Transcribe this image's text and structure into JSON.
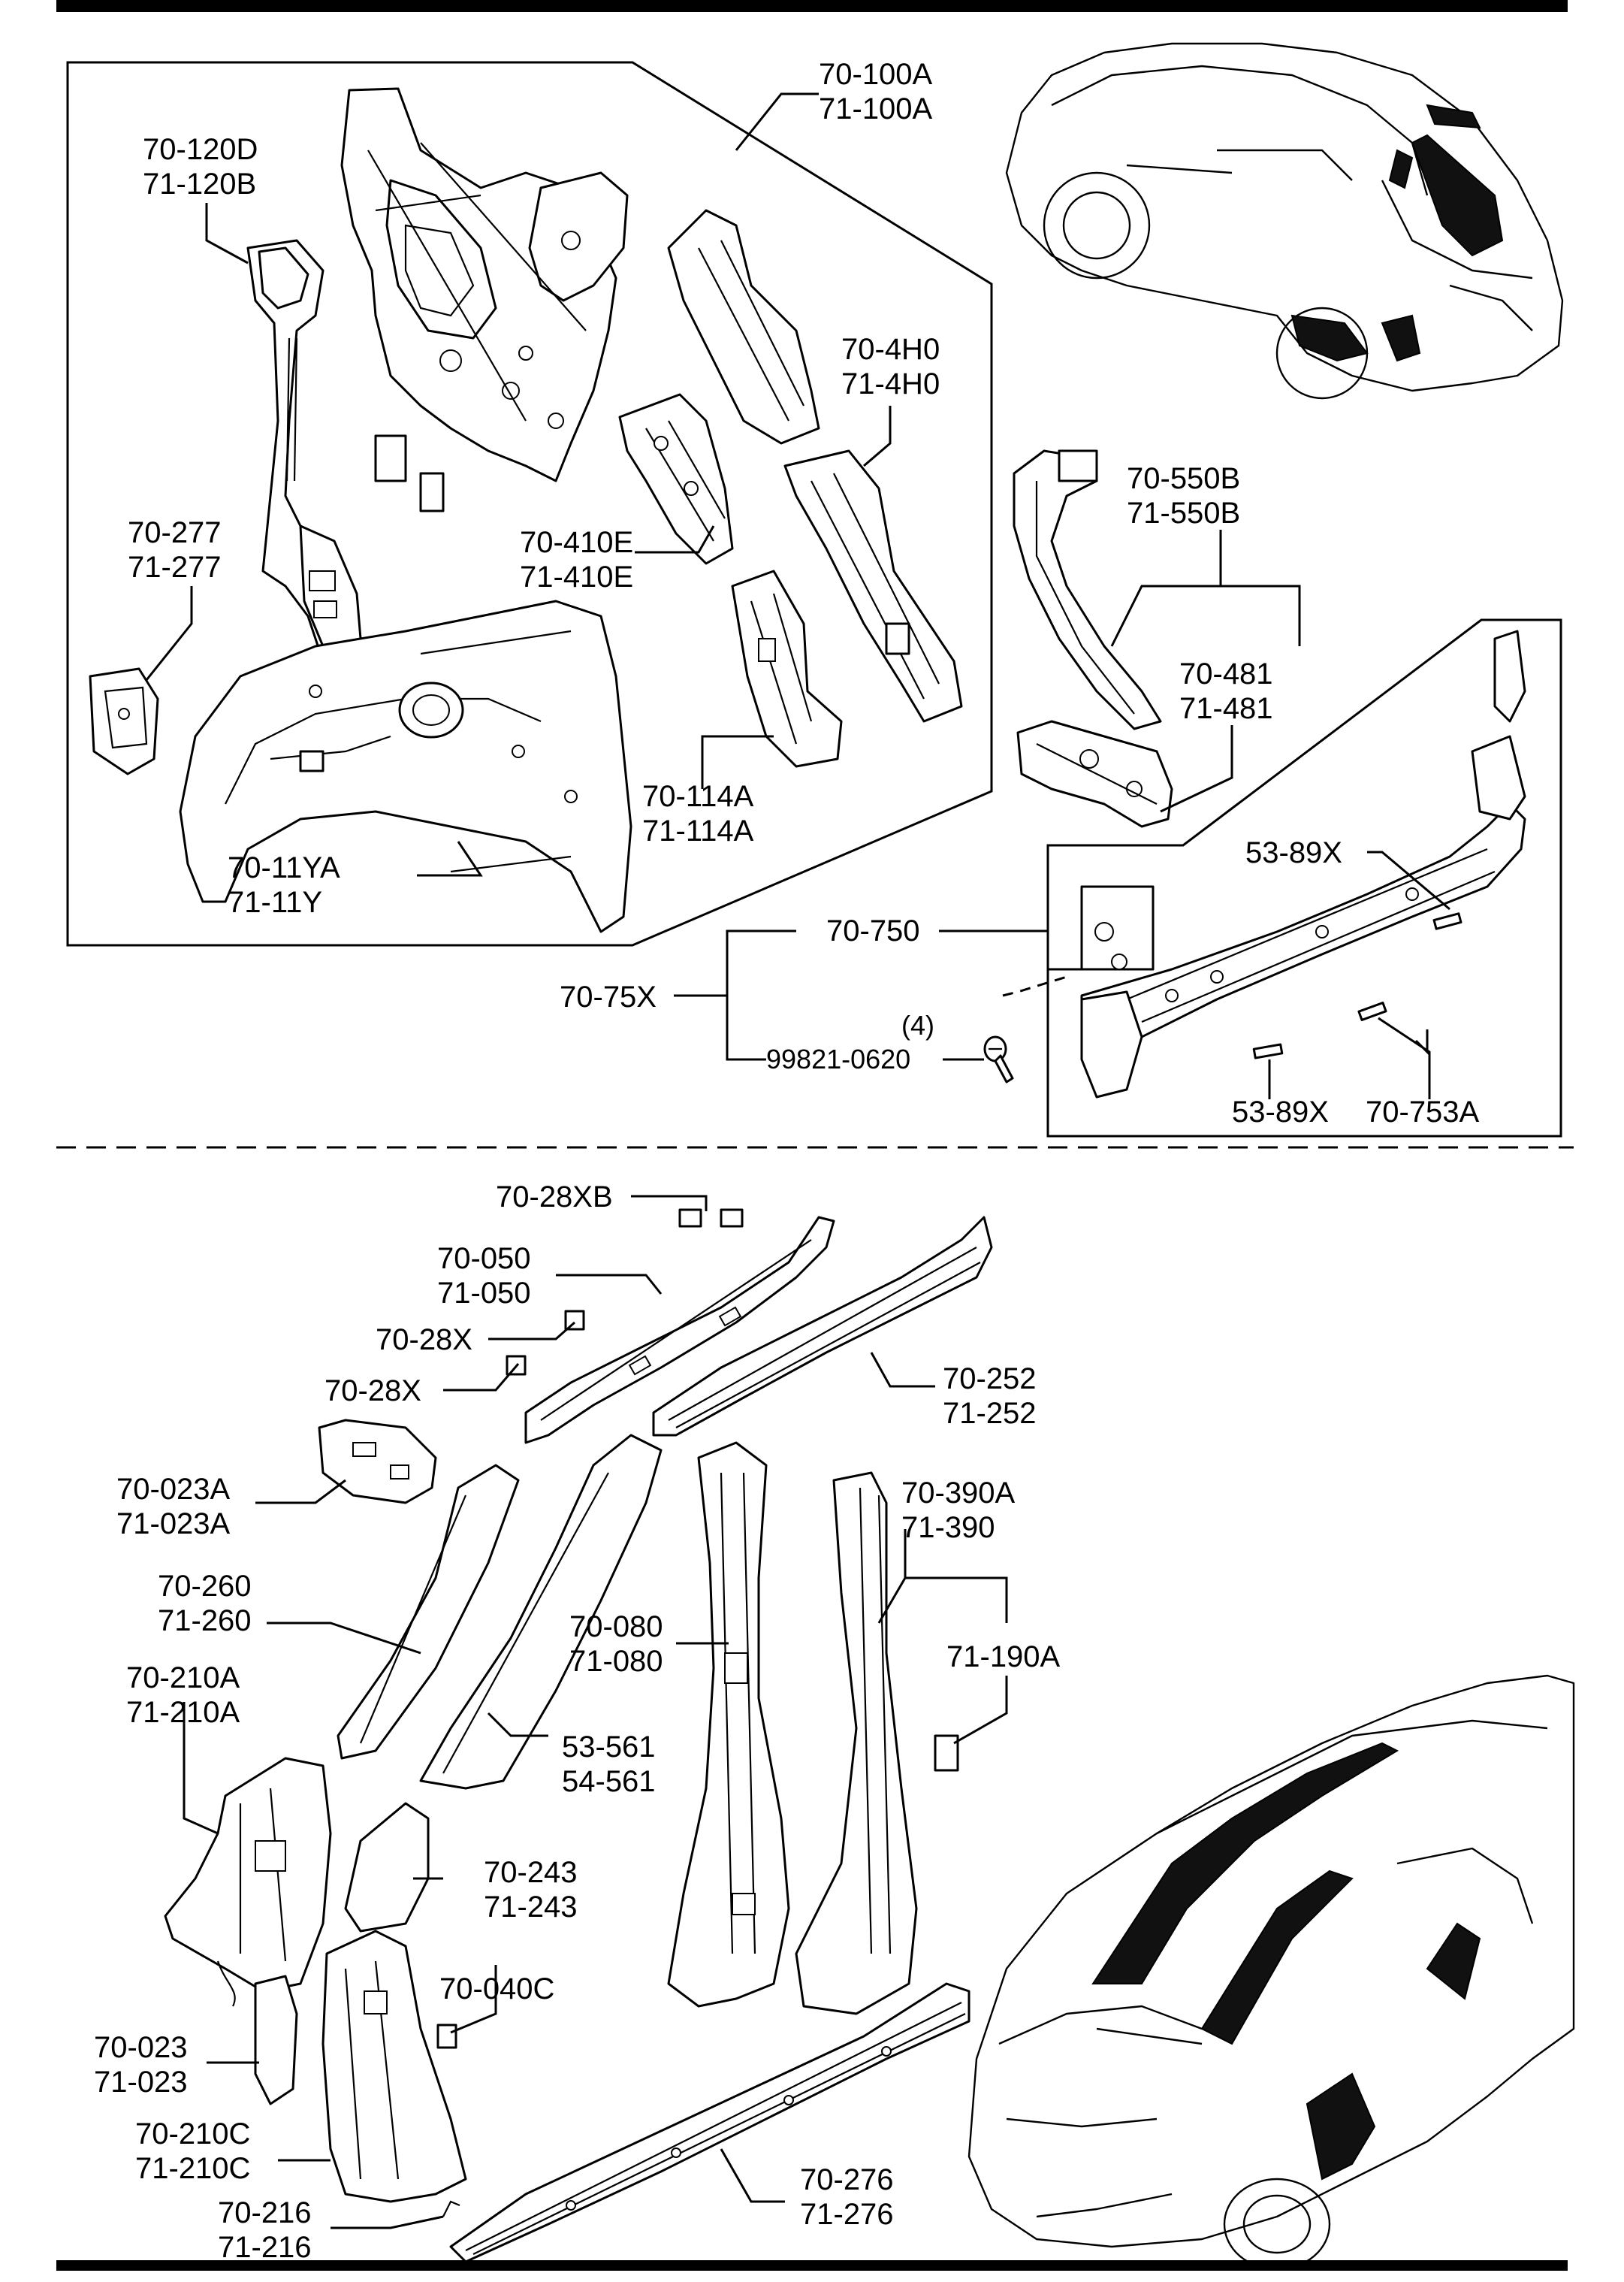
{
  "diagram": {
    "labels": {
      "upper_frame_top": [
        "70-100A",
        "71-100A"
      ],
      "upper_pillar": [
        "70-120D",
        "71-120B"
      ],
      "inner_4h0": [
        "70-4H0",
        "71-4H0"
      ],
      "gusset_277": [
        "70-277",
        "71-277"
      ],
      "reinf_410e": [
        "70-410E",
        "71-410E"
      ],
      "brace_114a": [
        "70-114A",
        "71-114A"
      ],
      "wheelhouse": [
        "70-11YA",
        "71-11Y"
      ],
      "rail_550b": [
        "70-550B",
        "71-550B"
      ],
      "end_481": [
        "70-481",
        "71-481"
      ],
      "clip_top": "53-89X",
      "clip_bottom": "53-89X",
      "end_panel": "70-750",
      "end_assy": "70-75X",
      "bolt_qty": "(4)",
      "bolt": "99821-0620",
      "bracket_753a": "70-753A",
      "bracket_28xb": "70-28XB",
      "roof_rail_outer": [
        "70-050",
        "71-050"
      ],
      "bracket_28x_a": "70-28X",
      "bracket_28x_b": "70-28X",
      "roof_rail_inner": [
        "70-252",
        "71-252"
      ],
      "hinge_023a": [
        "70-023A",
        "71-023A"
      ],
      "rear_pillar_390a": [
        "70-390A",
        "71-390"
      ],
      "pillar_reinf_260": [
        "70-260",
        "71-260"
      ],
      "b_pillar_080": [
        "70-080",
        "71-080"
      ],
      "plate_190a": "71-190A",
      "a_pillar_210a": [
        "70-210A",
        "71-210A"
      ],
      "roof_arch_561": [
        "53-561",
        "54-561"
      ],
      "gusset_243": [
        "70-243",
        "71-243"
      ],
      "bracket_040c": "70-040C",
      "hinge_023": [
        "70-023",
        "71-023"
      ],
      "a_pillar_210c": [
        "70-210C",
        "71-210C"
      ],
      "clip_216": [
        "70-216",
        "71-216"
      ],
      "sill_276": [
        "70-276",
        "71-276"
      ]
    }
  }
}
